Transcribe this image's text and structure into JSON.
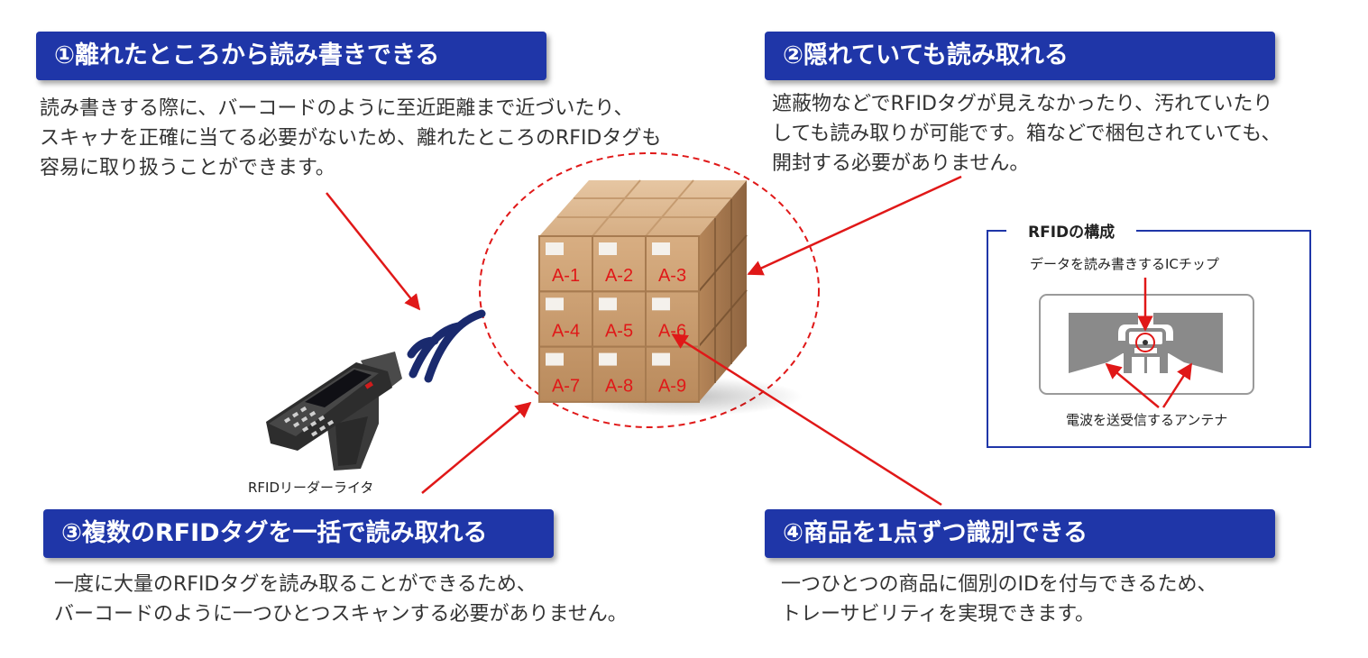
{
  "sections": [
    {
      "title": "①離れたところから読み書きできる",
      "lines": [
        "読み書きする際に、バーコードのように至近距離まで近づいたり、",
        "スキャナを正確に当てる必要がないため、離れたところのRFIDタグも",
        "容易に取り扱うことができます。"
      ]
    },
    {
      "title": "②隠れていても読み取れる",
      "lines": [
        "遮蔽物などでRFIDタグが見えなかったり、汚れていたり",
        "しても読み取りが可能です。箱などで梱包されていても、",
        "開封する必要がありません。"
      ]
    },
    {
      "title": "③複数のRFIDタグを一括で読み取れる",
      "lines": [
        "一度に大量のRFIDタグを読み取ることができるため、",
        "バーコードのように一つひとつスキャンする必要がありません。"
      ]
    },
    {
      "title": "④商品を1点ずつ識別できる",
      "lines": [
        "一つひとつの商品に個別のIDを付与できるため、",
        "トレーサビリティを実現できます。"
      ]
    }
  ],
  "boxes": {
    "labels": [
      "A-1",
      "A-2",
      "A-3",
      "A-4",
      "A-5",
      "A-6",
      "A-7",
      "A-8",
      "A-9"
    ]
  },
  "reader": {
    "label": "RFIDリーダーライタ"
  },
  "rfid_structure": {
    "title": "RFIDの構成",
    "chip_label": "データを読み書きするICチップ",
    "antenna_label": "電波を送受信するアンテナ"
  },
  "colors": {
    "banner": "#1f36a8",
    "accent_red": "#e01818",
    "text": "#333333",
    "box_tan": "#c89b6c",
    "antenna_gray": "#8a8a8a"
  }
}
